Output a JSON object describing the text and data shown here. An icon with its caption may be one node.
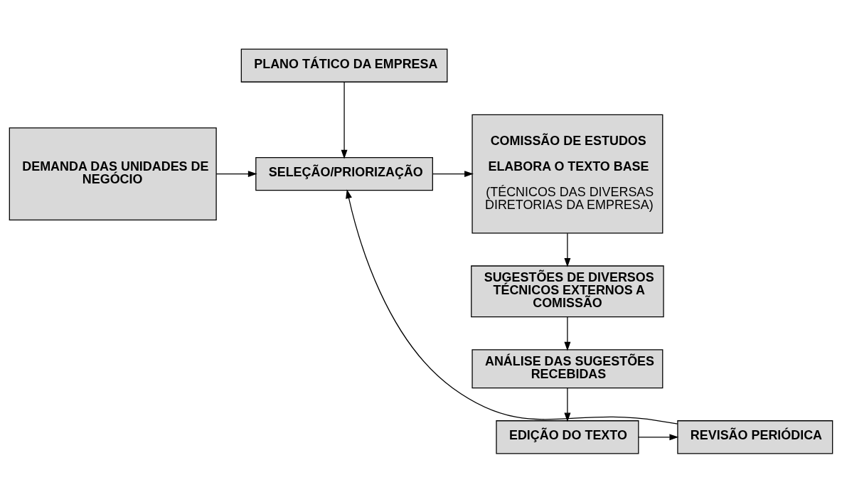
{
  "diagram": {
    "nodes": [
      {
        "text": [
          "PLANO TÁTICO DA EMPRESA"
        ]
      },
      {
        "text": [
          "DEMANDA DAS UNIDADES DE NEGÓCIO"
        ]
      },
      {
        "text": [
          "SELEÇÃO/PRIORIZAÇÃO"
        ]
      },
      {
        "text": [
          "COMISSÃO DE ESTUDOS",
          "ELABORA O TEXTO BASE",
          "(TÉCNICOS DAS DIVERSAS DIRETORIAS DA EMPRESA)"
        ]
      },
      {
        "text": [
          "SUGESTÕES DE DIVERSOS TÉCNICOS EXTERNOS A COMISSÃO"
        ]
      },
      {
        "text": [
          "ANÁLISE DAS SUGESTÕES RECEBIDAS"
        ]
      },
      {
        "text": [
          "EDIÇÃO DO TEXTO"
        ]
      },
      {
        "text": [
          "REVISÃO PERIÓDICA"
        ]
      }
    ],
    "edges": [
      {
        "from": 0,
        "to": 2,
        "arrow": "to"
      },
      {
        "from": 1,
        "to": 2,
        "arrow": "to"
      },
      {
        "from": 2,
        "to": 3,
        "arrow": "to"
      },
      {
        "from": 3,
        "to": 4,
        "arrow": "to"
      },
      {
        "from": 4,
        "to": 5,
        "arrow": "to"
      },
      {
        "from": 5,
        "to": 6,
        "arrow": "to"
      },
      {
        "from": 6,
        "to": 7,
        "arrow": "to"
      },
      {
        "from": 7,
        "to": 2,
        "arrow": "to"
      }
    ]
  }
}
